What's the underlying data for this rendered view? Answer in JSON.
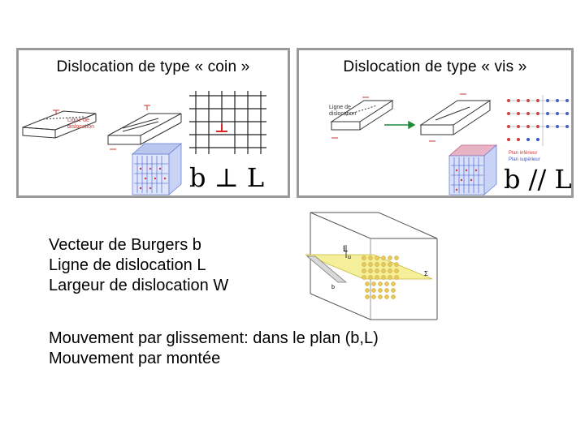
{
  "panels": {
    "edge": {
      "title": "Dislocation de type « coin »",
      "relation": "b ⊥ L",
      "sketch_labels": {
        "line": "Ligne de",
        "line2": "dislocation",
        "tau": "τ"
      }
    },
    "screw": {
      "title": "Dislocation de type « vis »",
      "relation": "b // L",
      "sketch_labels": {
        "line": "Ligne de",
        "line2": "dislocation",
        "tau": "τ",
        "legend1": "Plan inférieur",
        "legend2": "Plan supérieur"
      }
    }
  },
  "definitions": [
    "Vecteur de Burgers b",
    "Ligne de dislocation L",
    "Largeur de dislocation W"
  ],
  "motions": [
    "Mouvement par glissement: dans le plan (b,L)",
    "Mouvement par montée"
  ],
  "figure_labels": {
    "L": "L",
    "u": "u",
    "b": "b",
    "sigma": "Σ"
  },
  "colors": {
    "frame": "#9a9a9a",
    "slip_plane": "#f5ef9a",
    "atoms": "#e8c85a",
    "grid_blue": "#3a55c8",
    "grid_red": "#d23a3a",
    "arrow": "#1f8a3a"
  }
}
